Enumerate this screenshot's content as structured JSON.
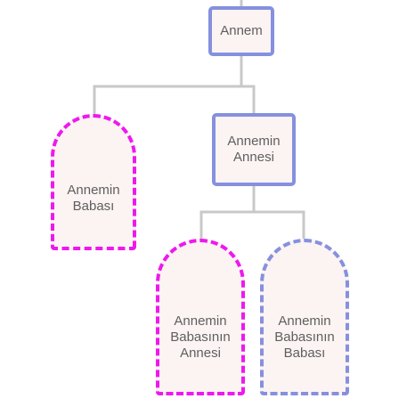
{
  "tree": {
    "root": {
      "label": "Annem"
    },
    "father": {
      "label": "Annemin\nBabası"
    },
    "mother": {
      "label": "Annemin\nAnnesi"
    },
    "fathers_mother": {
      "label": "Annemin\nBabasının\nAnnesi"
    },
    "fathers_father": {
      "label": "Annemin\nBabasının\nBabası"
    }
  },
  "colors": {
    "connector": "#c8c8c8",
    "box_fill": "#fcf3f3",
    "blue_border": "#8590de",
    "magenta_border": "#ee18ee",
    "text": "#5f5f5f"
  }
}
